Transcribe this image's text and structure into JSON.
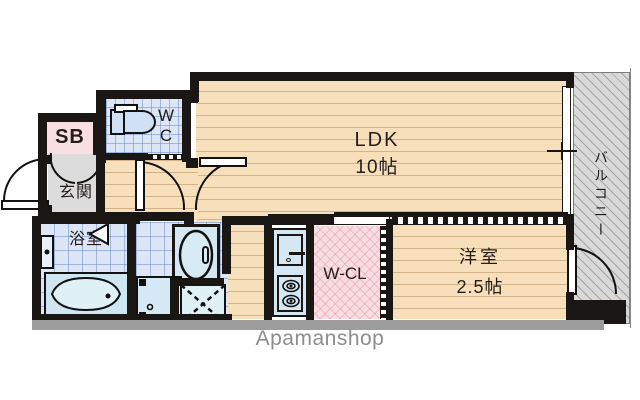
{
  "plan": {
    "watermark": "Apamanshop",
    "rooms": [
      {
        "id": "ldk",
        "label_main": "LDK",
        "label_sub": "10帖",
        "kind": "living-dining-kitchen"
      },
      {
        "id": "washitsu",
        "label_main": "洋室",
        "label_sub": "2.5帖",
        "kind": "western-room"
      },
      {
        "id": "wcl",
        "label_main": "W-CL",
        "kind": "walk-in-closet"
      },
      {
        "id": "sb",
        "label_main": "SB",
        "kind": "shoe-box"
      },
      {
        "id": "genkan",
        "label_main": "玄関",
        "kind": "entrance"
      },
      {
        "id": "yokushitsu",
        "label_main": "浴室",
        "kind": "bathroom"
      },
      {
        "id": "wc",
        "label_main": "W",
        "label_sub": "C",
        "kind": "toilet"
      },
      {
        "id": "balcony",
        "label_main": "バルコニー",
        "kind": "balcony"
      }
    ],
    "fixtures": [
      {
        "name": "bathtub"
      },
      {
        "name": "toilet"
      },
      {
        "name": "vanity-sink"
      },
      {
        "name": "washing-machine-space"
      },
      {
        "name": "kitchen-sink"
      },
      {
        "name": "gas-stove"
      },
      {
        "name": "shower-unit"
      }
    ],
    "colors": {
      "wall": "#1a1614",
      "floor": "#f7dfbb",
      "tile": "#dce6f7",
      "closet": "#fadde2",
      "balcony": "#d9d9d9",
      "watermark": "#8d8d8d"
    }
  }
}
